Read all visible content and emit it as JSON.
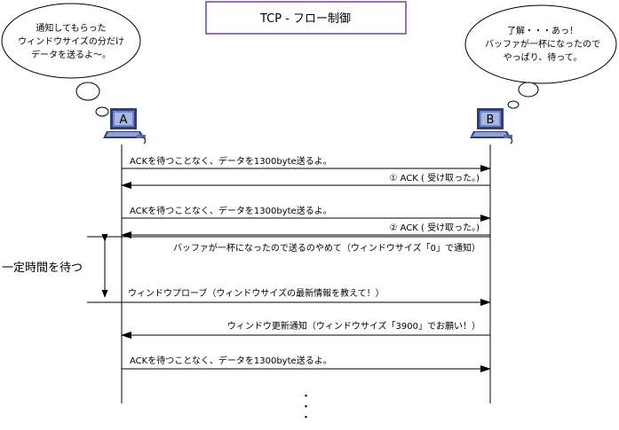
{
  "title": "TCP - フロー制御",
  "thought_a": [
    "通知してもらった",
    "ウィンドウサイズの分だけ",
    "データを送るよ〜。"
  ],
  "thought_b": [
    "了解・・・あっ！",
    "バッファが一杯になったので",
    "やっぱり、待って。"
  ],
  "host_a_label": "A",
  "host_b_label": "B",
  "messages": [
    {
      "text": "ACKを待つことなく、データを1300byte送るよ。",
      "direction": "A-to-B"
    },
    {
      "text": "① ACK ( 受け取った。)",
      "direction": "B-to-A"
    },
    {
      "text": "ACKを待つことなく、データを1300byte送るよ。",
      "direction": "A-to-B"
    },
    {
      "text": "② ACK ( 受け取った。)",
      "direction": "B-to-A"
    },
    {
      "text": "バッファが一杯になったので送るのやめて（ウィンドウサイズ「0」で通知）",
      "direction": "B-to-A"
    },
    {
      "text": "ウィンドウプローブ（ウィンドウサイズの最新情報を教えて！）",
      "direction": "A-to-B"
    },
    {
      "text": "ウィンドウ更新通知（ウィンドウサイズ「3900」でお願い！）",
      "direction": "B-to-A"
    },
    {
      "text": "ACKを待つことなく、データを1300byte送るよ。",
      "direction": "A-to-B"
    }
  ],
  "wait_label": "一定時間を待つ",
  "continuation": "・・・",
  "colors": {
    "title_border": "#7a3fa0",
    "line": "#000000",
    "monitor_dark": "#2f3f6f",
    "monitor_screen": "#6f86c8",
    "monitor_light": "#a9b8e0"
  }
}
